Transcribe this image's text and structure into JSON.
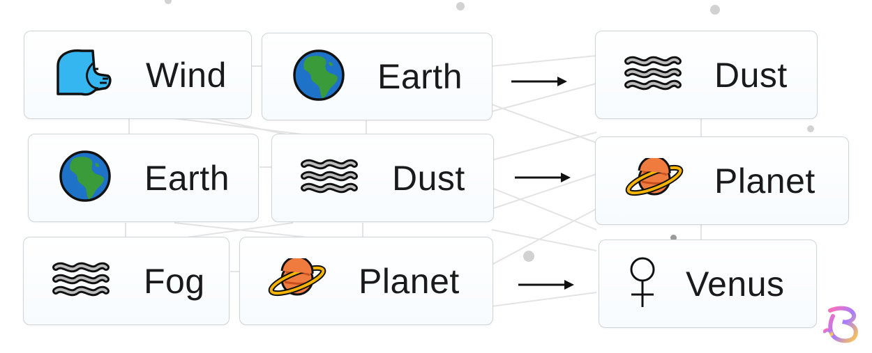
{
  "recipes": [
    {
      "inputs": [
        {
          "label": "Wind",
          "icon": "wind-face-icon"
        },
        {
          "label": "Earth",
          "icon": "globe-africa-icon"
        }
      ],
      "result": {
        "label": "Dust",
        "icon": "wavy-lines-icon"
      }
    },
    {
      "inputs": [
        {
          "label": "Earth",
          "icon": "globe-africa-icon"
        },
        {
          "label": "Dust",
          "icon": "wavy-lines-icon"
        }
      ],
      "result": {
        "label": "Planet",
        "icon": "ringed-planet-icon"
      }
    },
    {
      "inputs": [
        {
          "label": "Fog",
          "icon": "wavy-lines-icon"
        },
        {
          "label": "Planet",
          "icon": "ringed-planet-icon"
        }
      ],
      "result": {
        "label": "Venus",
        "icon": "venus-symbol-icon"
      }
    }
  ],
  "colors": {
    "tile_border": "#cfd4d8",
    "text": "#1a1a1a",
    "connector_lines": "#e2e2e2",
    "globe_ocean": "#1e73c8",
    "globe_land": "#3a9b3a",
    "planet_body": "#f07b3f",
    "planet_ring": "#f4b400",
    "wind_face": "#35b6f0"
  }
}
